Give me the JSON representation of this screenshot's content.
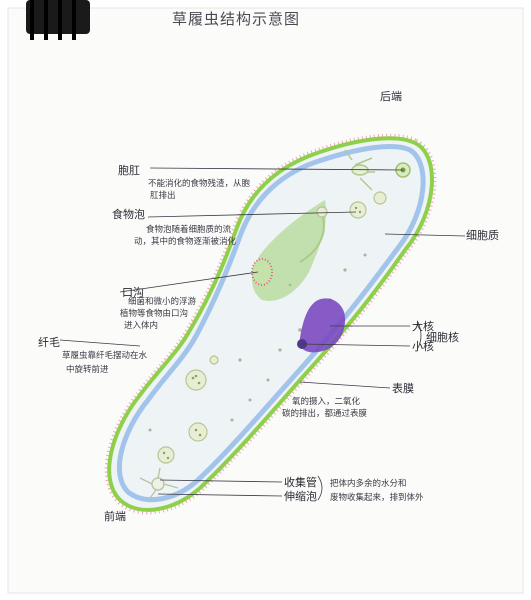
{
  "diagram": {
    "title": "草履虫结构示意图",
    "labels": {
      "rear_end": "后端",
      "front_end": "前端",
      "anal_pore": "胞肛",
      "anal_pore_note_1": "不能消化的食物残渣，从胞",
      "anal_pore_note_2": "肛排出",
      "food_vacuole": "食物泡",
      "food_vacuole_note_1": "食物泡随着细胞质的流",
      "food_vacuole_note_2": "动，其中的食物逐渐被消化",
      "cytoplasm": "细胞质",
      "oral_groove": "口沟",
      "oral_groove_note_1": "细菌和微小的浮游",
      "oral_groove_note_2": "植物等食物由口沟",
      "oral_groove_note_3": "进入体内",
      "macronucleus": "大核",
      "micronucleus": "小核",
      "nucleus": "细胞核",
      "cilia": "纤毛",
      "cilia_note_1": "草履虫靠纤毛摆动在水",
      "cilia_note_2": "中旋转前进",
      "pellicle": "表膜",
      "pellicle_note_1": "氧的摄入，二氧化",
      "pellicle_note_2": "碳的排出，都通过表膜",
      "collecting_canal": "收集管",
      "contractile_vacuole": "伸缩泡",
      "contractile_note_1": "把体内多余的水分和",
      "contractile_note_2": "废物收集起来，排到体外"
    }
  },
  "colors": {
    "paper": "#fbfbf9",
    "cilia": "#e88aa0",
    "outline_green": "#8fd04a",
    "outline_blue": "#8ab4e6",
    "cytoplasm": "#eef3f6",
    "oral_green": "#b9dca0",
    "nucleus": "#7a4ac0",
    "ink": "#2a2a35"
  }
}
